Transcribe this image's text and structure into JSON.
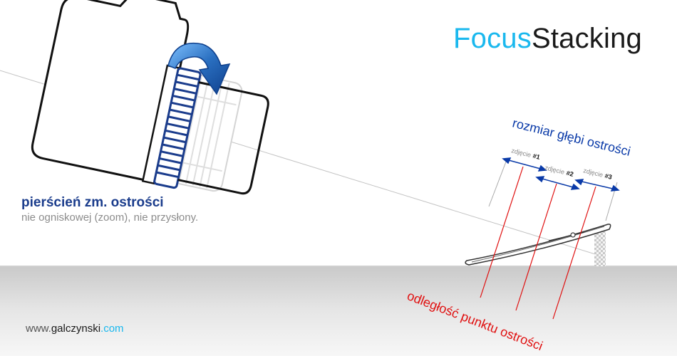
{
  "title": {
    "part1": "Focus",
    "part2": "Stacking"
  },
  "ring_label": {
    "title": "pierścień zm. ostrości",
    "subtitle": "nie ogniskowej (zoom), nie przysłony."
  },
  "depth_label": "rozmiar głębi ostrości",
  "focus_distance_label": "odległość punktu ostrości",
  "shots": [
    {
      "label": "zdjęcie",
      "num": "#1"
    },
    {
      "label": "zdjęcie",
      "num": "#2"
    },
    {
      "label": "zdjęcie",
      "num": "#3"
    }
  ],
  "website": {
    "prefix": "www.",
    "name": "galczynski",
    "suffix": ".com"
  },
  "colors": {
    "accent_cyan": "#1ab8ee",
    "ring_blue": "#1a3c8c",
    "arrow_blue": "#2a6fc0",
    "focus_red": "#e01010",
    "dimension_blue": "#0a3aa8"
  },
  "icons": [
    "camera-outline-icon",
    "rotate-arrow-icon",
    "leaf-object-icon"
  ]
}
